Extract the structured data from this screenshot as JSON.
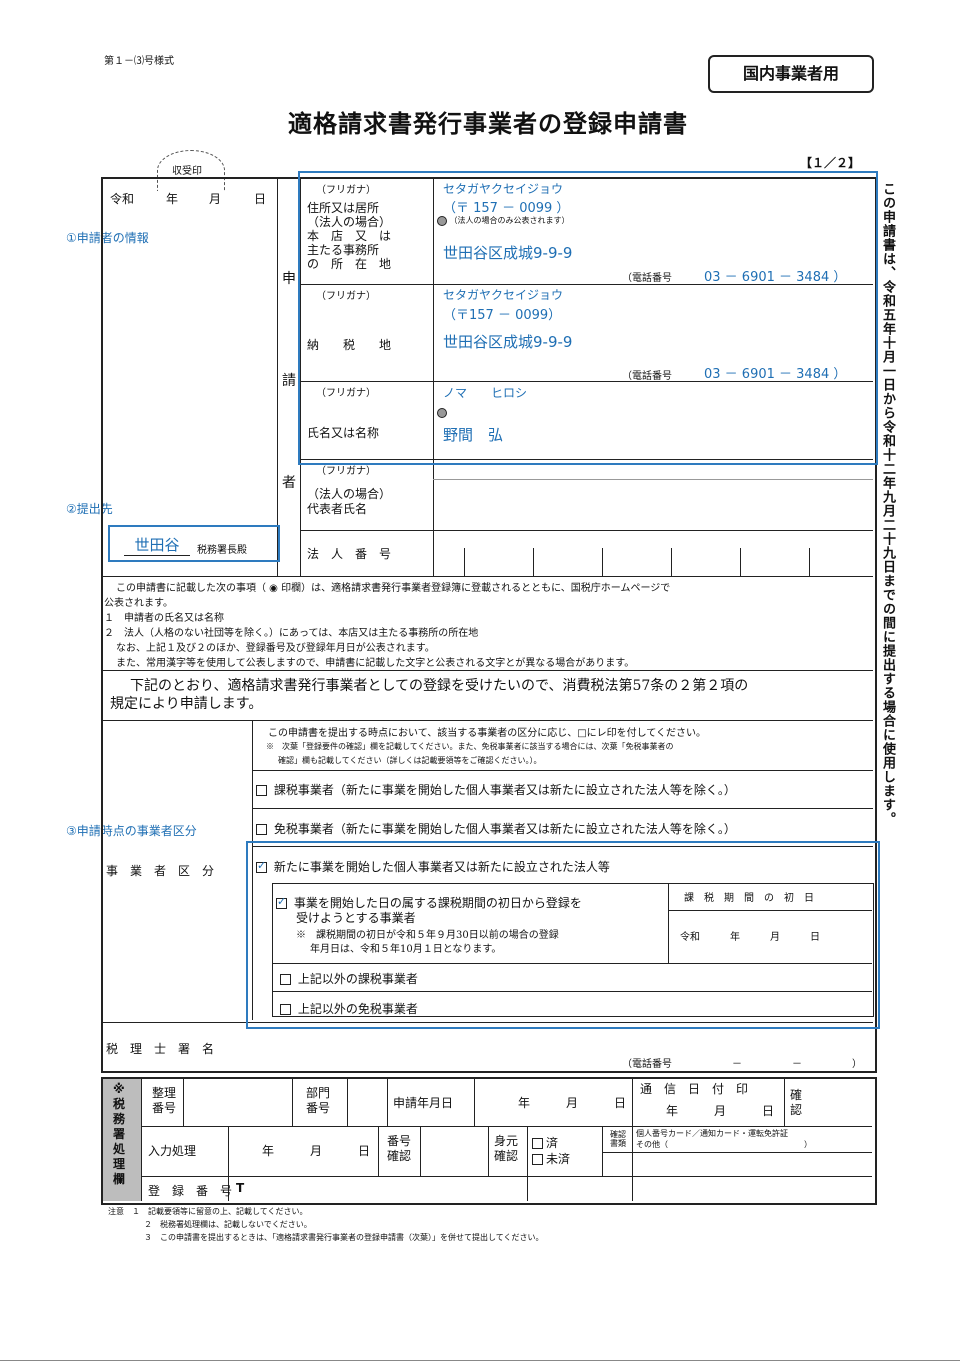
{
  "header": {
    "form_number": "第１－⑶号様式",
    "badge": "国内事業者用",
    "title": "適格請求書発行事業者の登録申請書",
    "page": "【１／２】",
    "stamp": "収受印"
  },
  "side_note": "この申請書は、令和五年十月一日から令和十二年九月二十九日までの間に提出する場合に使用します。",
  "annotations": {
    "a1": "①申請者の情報",
    "a2": "②提出先",
    "a3": "③申請時点の事業者区分"
  },
  "date_row": {
    "era": "令和",
    "y": "年",
    "m": "月",
    "d": "日"
  },
  "applicant_label": [
    "申",
    "請",
    "者"
  ],
  "office": {
    "name": "世田谷",
    "suffix": "税務署長殿"
  },
  "rows": {
    "furigana": "（フリガナ）",
    "address_label": [
      "住所又は居所",
      "（法人の場合）",
      "本　店　又　は",
      "主たる事務所",
      "の　所　在　地"
    ],
    "address_kana": "セタガヤクセイジョウ",
    "address_zip": "（〒 157 － 0099 ）",
    "publish_note": "（法人の場合のみ公表されます）",
    "address": "世田谷区成城9-9-9",
    "phone_label": "（電話番号",
    "phone": "03 － 6901 － 3484 ）",
    "tax_label": "納　　税　　地",
    "tax_kana": "セタガヤクセイジョウ",
    "tax_zip": "（〒157 － 0099）",
    "tax_address": "世田谷区成城9-9-9",
    "tax_phone": "03 － 6901 － 3484 ）",
    "name_label": "氏名又は名称",
    "name_kana": "ノマ　　ヒロシ",
    "name": "野間　弘",
    "rep_label": [
      "（法人の場合）",
      "代表者氏名"
    ],
    "corp_label": "法　人　番　号"
  },
  "notice": [
    "この申請書に記載した次の事項（ ◉ 印欄）は、適格請求書発行事業者登録簿に登載されるとともに、国税庁ホームページで",
    "公表されます。",
    "１　申請者の氏名又は名称",
    "２　法人（人格のない社団等を除く。）にあっては、本店又は主たる事務所の所在地",
    "なお、上記１及び２のほか、登録番号及び登録年月日が公表されます。",
    "また、常用漢字等を使用して公表しますので、申請書に記載した文字と公表される文字とが異なる場合があります。"
  ],
  "statement": [
    "下記のとおり、適格請求書発行事業者としての登録を受けたいので、消費税法第57条の２第２項の",
    "規定により申請します。"
  ],
  "category": {
    "label": "事　業　者　区　分",
    "intro1": "この申請書を提出する時点において、該当する事業者の区分に応じ、□にレ印を付してください。",
    "intro2": "※　次葉「登録要件の確認」欄を記載してください。また、免税事業者に該当する場合には、次葉「免税事業者の",
    "intro3": "確認」欄も記載してください（詳しくは記載要領等をご確認ください。）。",
    "opt1": "課税事業者（新たに事業を開始した個人事業者又は新たに設立された法人等を除く。）",
    "opt2": "免税事業者（新たに事業を開始した個人事業者又は新たに設立された法人等を除く。）",
    "opt3": "新たに事業を開始した個人事業者又は新たに設立された法人等",
    "sub1a": "事業を開始した日の属する課税期間の初日から登録を",
    "sub1b": "受けようとする事業者",
    "sub1c": "※　課税期間の初日が令和５年９月30日以前の場合の登録",
    "sub1d": "年月日は、令和５年10月１日となります。",
    "period_head": "課　税　期　間　の　初　日",
    "period_val": "令和　　　年　　　月　　　日",
    "sub2": "上記以外の課税事業者",
    "sub3": "上記以外の免税事業者"
  },
  "accountant": {
    "label": "税　理　士　署　名",
    "phone": "（電話番号　　　　　　－　　　　　－　　　　　）"
  },
  "office_use": {
    "side": "※税務署処理欄",
    "seiri": "整理番号",
    "bumon": "部門番号",
    "date_label": "申請年月日",
    "ymd": "年　　　月　　　日",
    "tsushin": "通　信　日　付　印",
    "kakunin": "確認",
    "input": "入力処理",
    "bango": "番号確認",
    "mimoto": "身元確認",
    "sumi": "済",
    "misumi": "未済",
    "kakunin_shorui": "確認書類",
    "cards": "個人番号カード／通知カード・運転免許証",
    "other": "その他（　　　　　　　　　　　　　　　　　）",
    "reg": "登　録　番　号",
    "reg_t": "T"
  },
  "footnotes": [
    "注意　１　記載要領等に留意の上、記載してください。",
    "２　税務署処理欄は、記載しないでください。",
    "３　この申請書を提出するときは、「適格請求書発行事業者の登録申請書（次葉）」を併せて提出してください。"
  ]
}
